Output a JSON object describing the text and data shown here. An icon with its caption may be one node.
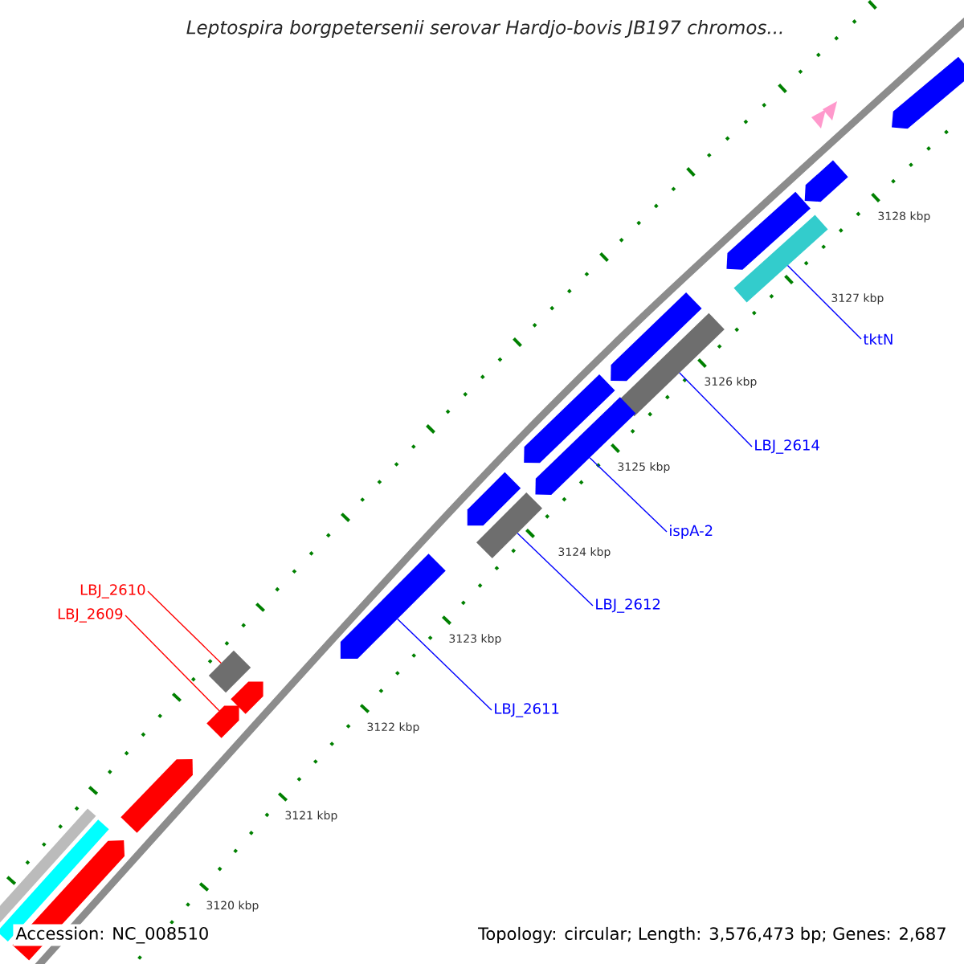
{
  "diagram": {
    "title": "Leptospira borgpetersenii serovar Hardjo-bovis JB197 chromos...",
    "nodes": [
      {
        "text": [
          "tktN"
        ]
      },
      {
        "text": [],
        "shape": "box"
      },
      {
        "text": [
          "LBJ_2614"
        ]
      },
      {
        "text": [],
        "shape": "box"
      },
      {
        "text": [
          "ispA-2"
        ]
      },
      {
        "text": [],
        "shape": "arrow"
      },
      {
        "text": [
          "LBJ_2612"
        ]
      },
      {
        "text": [],
        "shape": "box"
      },
      {
        "text": [
          "LBJ_2610"
        ]
      },
      {
        "text": [
          "LBJ_2609"
        ]
      },
      {
        "text": [],
        "shape": "box"
      },
      {
        "text": [],
        "shape": "arrow"
      },
      {
        "text": [
          "LBJ_2611"
        ]
      },
      {
        "text": [],
        "shape": "arrow"
      },
      {
        "text": [],
        "shape": "arrow"
      },
      {
        "text": [],
        "shape": "arrow"
      },
      {
        "text": [],
        "shape": "arrow"
      },
      {
        "text": [],
        "shape": "arrow"
      },
      {
        "text": [],
        "shape": "arrow"
      },
      {
        "text": [],
        "shape": "arrow"
      },
      {
        "text": [],
        "shape": "arrow"
      },
      {
        "text": [],
        "shape": "arrow"
      },
      {
        "text": [],
        "shape": "box"
      },
      {
        "text": [],
        "shape": "box"
      },
      {
        "text": [],
        "shape": "arrow"
      }
    ],
    "edges": [
      {
        "from": 0,
        "to": 1,
        "arrow": "none"
      },
      {
        "from": 2,
        "to": 3,
        "arrow": "none"
      },
      {
        "from": 4,
        "to": 5,
        "arrow": "none"
      },
      {
        "from": 6,
        "to": 7,
        "arrow": "none"
      },
      {
        "from": 8,
        "to": 10,
        "arrow": "none",
        "color": "#ff0000"
      },
      {
        "from": 9,
        "to": 11,
        "arrow": "none",
        "color": "#ff0000"
      },
      {
        "from": 12,
        "to": 13,
        "arrow": "none"
      }
    ],
    "labels": [
      "3128 kbp",
      "3127 kbp",
      "3126 kbp",
      "3125 kbp",
      "3124 kbp",
      "3123 kbp",
      "3122 kbp",
      "3121 kbp",
      "3120 kbp",
      "Accession: NC_008510",
      "Topology: circular; Length: 3,576,473 bp; Genes: 2,687"
    ]
  }
}
